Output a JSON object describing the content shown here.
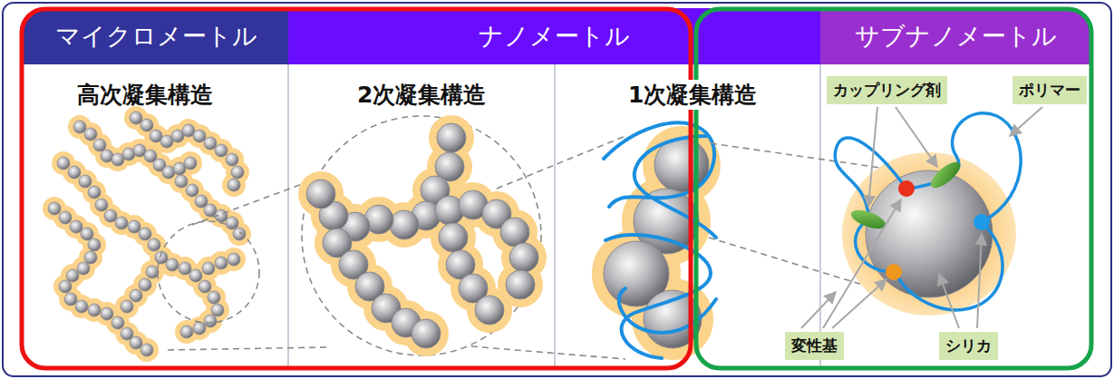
{
  "diagram": {
    "nodes": [
      {
        "text": [
          "マイクロメートル"
        ]
      },
      {
        "text": [
          "ナノメートル"
        ]
      },
      {
        "text": [
          "サブナノメートル"
        ]
      },
      {
        "text": [
          "カップリング剤"
        ]
      },
      {
        "text": [
          "ポリマー"
        ]
      },
      {
        "text": [
          "変性基"
        ]
      },
      {
        "text": [
          "シリカ"
        ]
      }
    ],
    "labels": [
      "高次凝集構造",
      "2次凝集構造",
      "1次凝集構造"
    ]
  }
}
